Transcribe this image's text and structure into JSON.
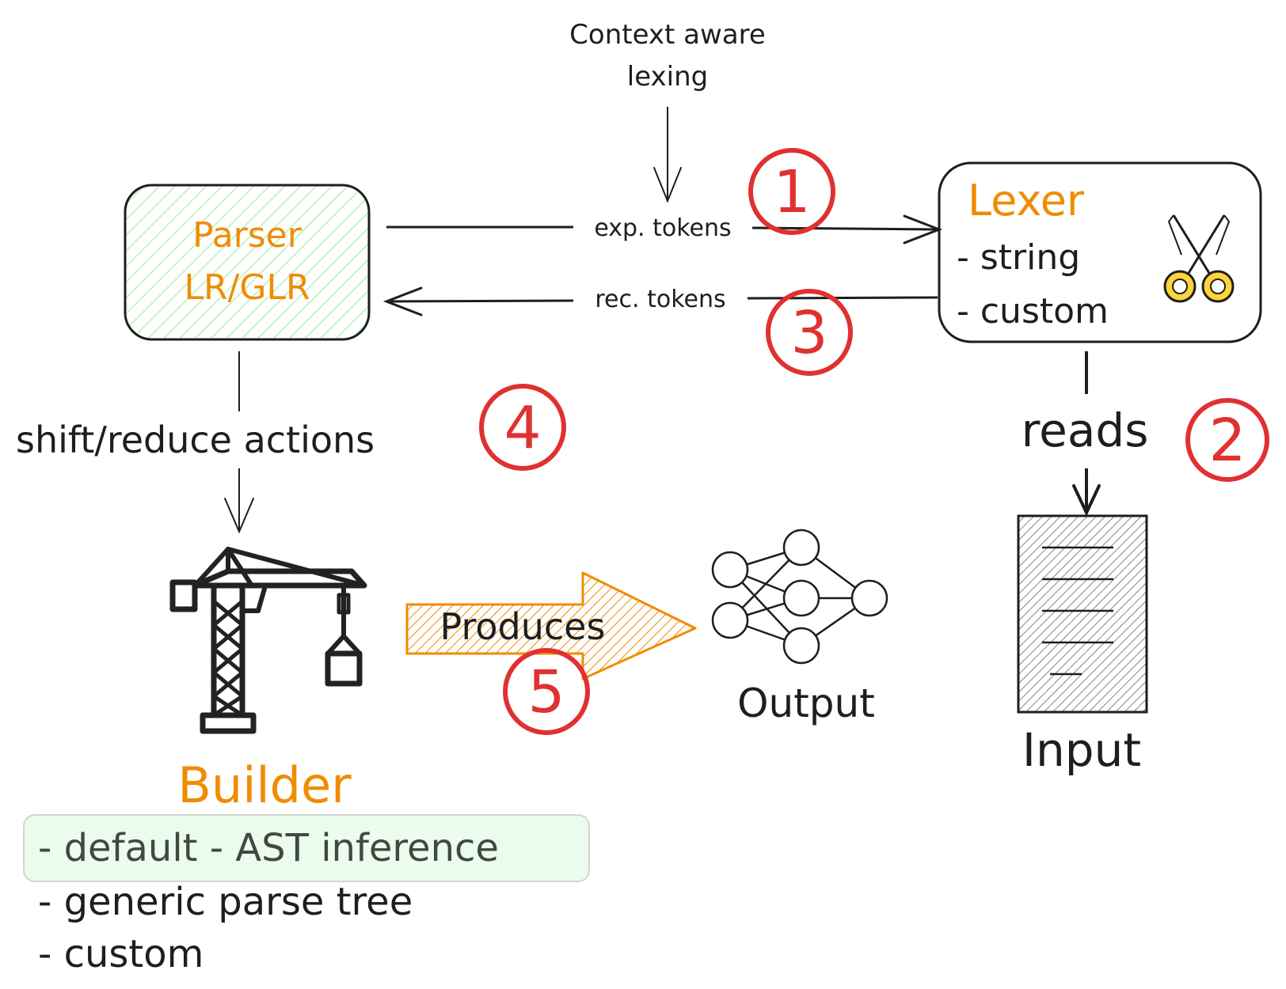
{
  "colors": {
    "ink": "#1e1e1e",
    "orange": "#f08c00",
    "red": "#e03131",
    "green_fill": "#b2f2bb",
    "green_panel": "#ebfbee",
    "yellow": "#ffd43b",
    "gray": "#555555"
  },
  "annotation": {
    "line1": "Context aware",
    "line2": "lexing"
  },
  "parser": {
    "line1": "Parser",
    "line2": "LR/GLR"
  },
  "lexer": {
    "title": "Lexer",
    "items": [
      "- string",
      "- custom"
    ],
    "icon": "scissors-icon"
  },
  "edges": {
    "expected": "exp. tokens",
    "recognized": "rec. tokens",
    "reads": "reads",
    "actions": "shift/reduce actions",
    "produces": "Produces"
  },
  "steps": [
    "1",
    "2",
    "3",
    "4",
    "5"
  ],
  "builder": {
    "title": "Builder",
    "icon": "crane-icon",
    "options": [
      "- default - AST inference",
      "- generic parse tree",
      "- custom"
    ]
  },
  "output": {
    "label": "Output",
    "icon": "neural-network-icon"
  },
  "input": {
    "label": "Input",
    "icon": "document-icon"
  }
}
